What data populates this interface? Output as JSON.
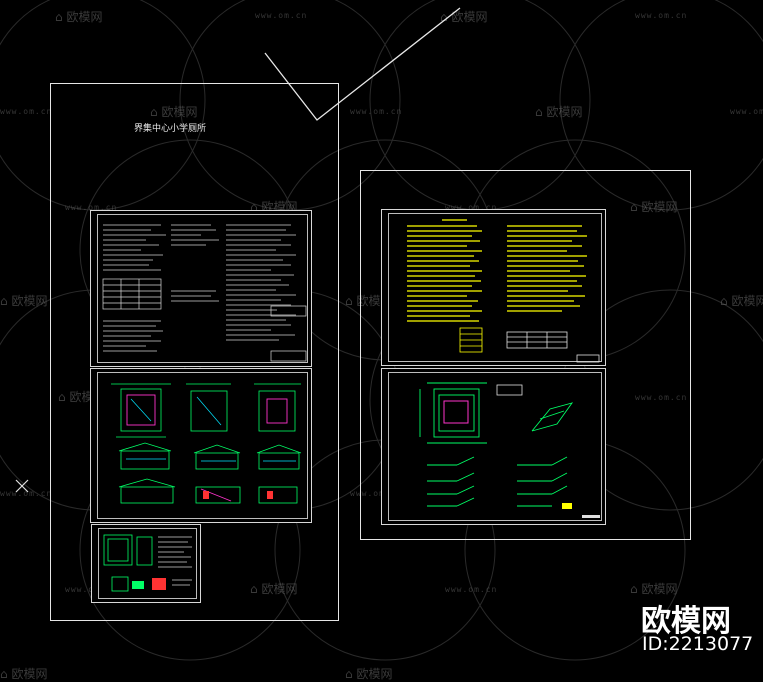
{
  "drawing": {
    "title": "界集中心小学厕所"
  },
  "watermark": {
    "logo_text": "欧模网",
    "url_text": "www.om.cn"
  },
  "badge": {
    "logo": "欧模网",
    "id": "ID:2213077"
  },
  "cursor_icon": "crosshair-icon",
  "colors": {
    "background": "#000000",
    "frame": "#e6e6e6",
    "text_yellow": "#ffff00",
    "line_green": "#00ff66",
    "line_cyan": "#00e5ff",
    "line_magenta": "#ff33cc",
    "line_red": "#ff3333"
  }
}
